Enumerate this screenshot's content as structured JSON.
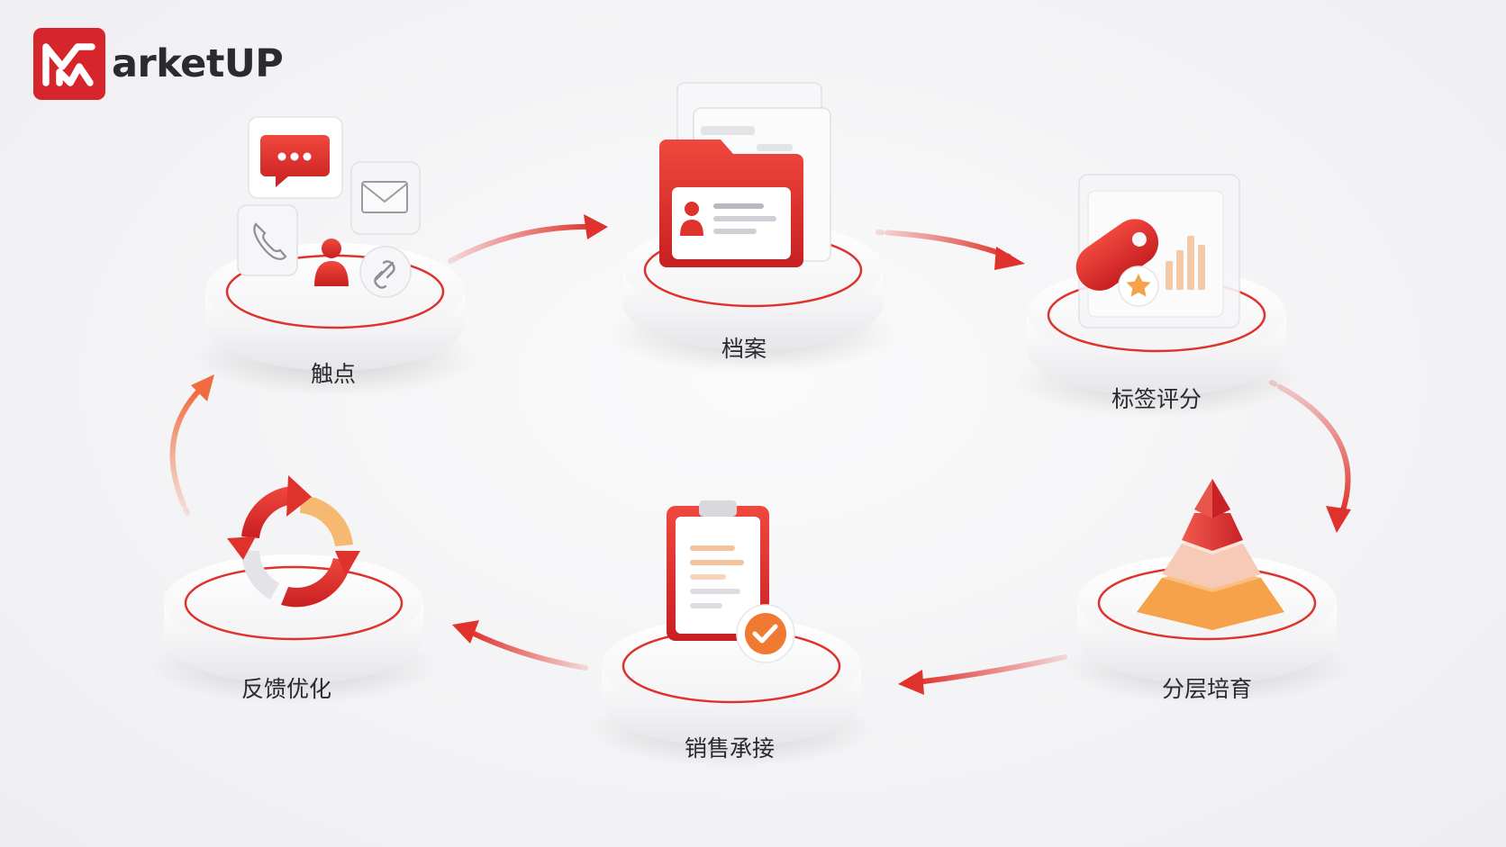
{
  "brand": {
    "name": "arketUP",
    "accent": "#e0322c",
    "accent_light": "#f39a7a",
    "amber": "#f5a24a"
  },
  "diagram": {
    "type": "cycle",
    "stages": [
      {
        "label": "触点",
        "icon": "touchpoints-icon"
      },
      {
        "label": "档案",
        "icon": "profile-folder-icon"
      },
      {
        "label": "标签评分",
        "icon": "tag-score-icon"
      },
      {
        "label": "分层培育",
        "icon": "pyramid-icon"
      },
      {
        "label": "销售承接",
        "icon": "clipboard-check-icon"
      },
      {
        "label": "反馈优化",
        "icon": "refresh-cycle-icon"
      }
    ]
  }
}
